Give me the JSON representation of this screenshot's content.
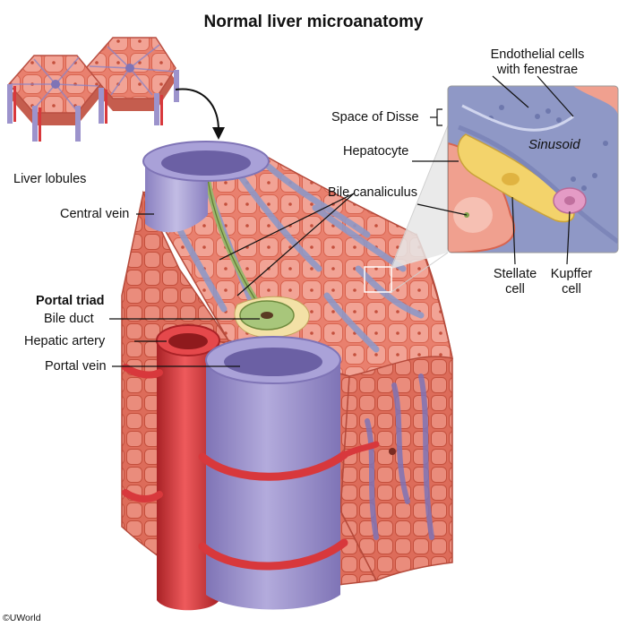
{
  "title": "Normal liver microanatomy",
  "labels": {
    "liver_lobules": "Liver lobules",
    "central_vein": "Central vein",
    "portal_triad": "Portal triad",
    "bile_duct": "Bile duct",
    "hepatic_artery": "Hepatic artery",
    "portal_vein": "Portal vein",
    "bile_canaliculus": "Bile canaliculus",
    "space_of_disse": "Space of Disse",
    "hepatocyte": "Hepatocyte",
    "endothelial_line1": "Endothelial cells",
    "endothelial_line2": "with fenestrae",
    "sinusoid": "Sinusoid",
    "stellate_line1": "Stellate",
    "stellate_line2": "cell",
    "kupffer_line1": "Kupffer",
    "kupffer_line2": "cell"
  },
  "copyright": "©UWorld",
  "colors": {
    "hepatocyte": "#e9806e",
    "hepatocyte_light": "#f2a395",
    "vein": "#9c93cc",
    "vein_dark": "#7f74b6",
    "artery": "#d8383c",
    "artery_dark": "#a92226",
    "bile": "#9bb56c",
    "stellate": "#f3d36b",
    "kupffer": "#e49bc5",
    "sinusoid": "#8f98c6"
  }
}
